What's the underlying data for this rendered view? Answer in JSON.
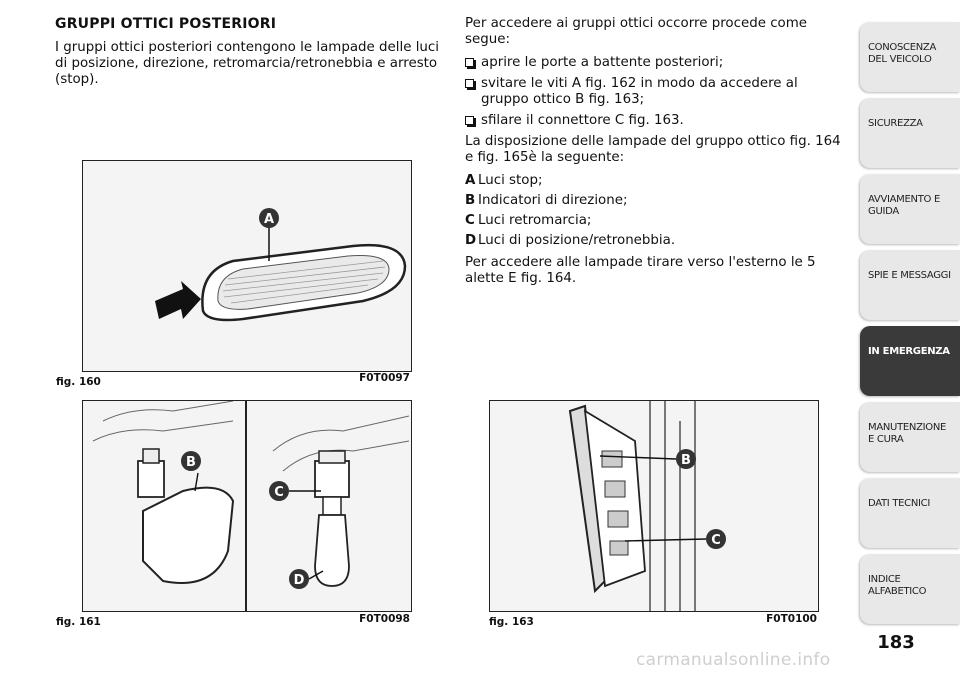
{
  "left": {
    "title": "GRUPPI OTTICI POSTERIORI",
    "intro": "I gruppi ottici posteriori contengono le lampade delle luci di posizione, direzione, retromarcia/retronebbia e arresto (stop)."
  },
  "right": {
    "intro": "Per accedere ai gruppi ottici occorre procede come segue:",
    "steps": [
      "aprire le porte a battente posteriori;",
      "svitare le viti A fig. 162 in modo da accedere al gruppo ottico B fig. 163;",
      "sfilare il connettore C fig. 163."
    ],
    "layout_intro": "La disposizione delle lampade del gruppo ottico fig. 164 e fig. 165è la seguente:",
    "legend": [
      {
        "key": "A",
        "text": "Luci stop;"
      },
      {
        "key": "B",
        "text": "Indicatori di direzione;"
      },
      {
        "key": "C",
        "text": "Luci retromarcia;"
      },
      {
        "key": "D",
        "text": "Luci di posizione/retronebbia."
      }
    ],
    "closing": "Per accedere alle lampade tirare verso l'esterno le 5 alette E fig. 164."
  },
  "figures": {
    "fig160": {
      "label": "fig. 160",
      "code": "F0T0097",
      "callouts": [
        "A"
      ]
    },
    "fig161": {
      "label": "fig. 161",
      "code": "F0T0098",
      "callouts": [
        "B",
        "C",
        "D"
      ]
    },
    "fig163": {
      "label": "fig. 163",
      "code": "F0T0100",
      "callouts": [
        "B",
        "C"
      ]
    }
  },
  "sidebar": {
    "tabs": [
      "CONOSCENZA DEL VEICOLO",
      "SICUREZZA",
      "AVVIAMENTO E GUIDA",
      "SPIE E MESSAGGI",
      "IN EMERGENZA",
      "MANUTENZIONE E CURA",
      "DATI TECNICI",
      "INDICE ALFABETICO"
    ],
    "active_index": 4
  },
  "page_number": "183",
  "watermark": "carmanualsonline.info"
}
